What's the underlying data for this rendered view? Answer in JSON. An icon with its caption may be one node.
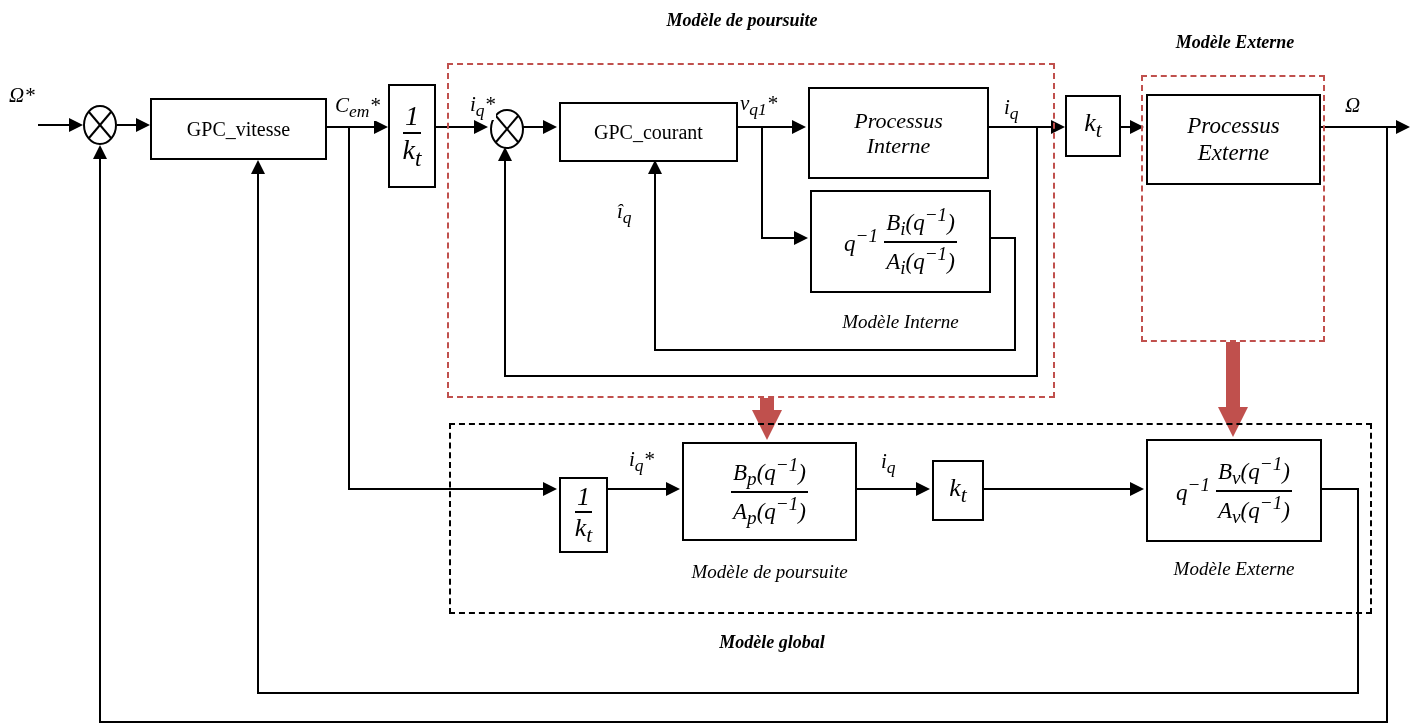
{
  "diagram": {
    "nodes": [
      {
        "text": [],
        "shape": "circle"
      },
      {
        "text": [
          "GPC_vitesse"
        ]
      },
      {
        "text": [
          "1",
          "k$_{t}$"
        ]
      },
      {
        "text": [
          "Modèle de poursuite"
        ]
      },
      {
        "text": [],
        "shape": "circle",
        "in": 3
      },
      {
        "text": [
          "GPC_courant"
        ],
        "in": 3
      },
      {
        "text": [
          "Processus Interne"
        ],
        "in": 3
      },
      {
        "text": [
          "q$^{−1}$",
          "B$_{i}$(q$^{−1}$)",
          "A$_{i}$(q$^{−1}$)"
        ],
        "in": 3,
        "beside": [
          "Modèle Interne"
        ]
      },
      {
        "text": [
          "k$_{t}$"
        ]
      },
      {
        "text": [
          "Modèle Externe"
        ]
      },
      {
        "text": [
          "Processus Externe"
        ],
        "in": 9
      },
      {
        "text": [
          "Modèle global"
        ]
      },
      {
        "text": [
          "1",
          "k$_{t}$"
        ],
        "in": 11
      },
      {
        "text": [
          "B$_{p}$(q$^{−1}$)",
          "A$_{p}$(q$^{−1}$)"
        ],
        "in": 11,
        "beside": [
          "Modèle de poursuite"
        ]
      },
      {
        "text": [
          "k$_{t}$"
        ],
        "in": 11
      },
      {
        "text": [
          "q$^{−1}$",
          "B$_{v}$(q$^{−1}$)",
          "A$_{v}$(q$^{−1}$)"
        ],
        "in": 11,
        "beside": [
          "Modèle Externe"
        ]
      }
    ],
    "edges": [
      {
        "from": null,
        "to": 0,
        "arrow": "to",
        "label": "Ω*"
      },
      {
        "from": 0,
        "to": 1,
        "arrow": "to"
      },
      {
        "from": 1,
        "to": 2,
        "arrow": "to",
        "label": "C$_{em}$*"
      },
      {
        "from": 2,
        "to": 4,
        "arrow": "to",
        "label": "i$_{q}$*"
      },
      {
        "from": 4,
        "to": 5,
        "arrow": "to"
      },
      {
        "from": 5,
        "to": 6,
        "arrow": "to",
        "label": "v$_{q1}$*"
      },
      {
        "from": 5,
        "to": 7,
        "arrow": "to"
      },
      {
        "from": 6,
        "to": 8,
        "arrow": "to",
        "label": "i$_{q}$"
      },
      {
        "from": 6,
        "to": 4,
        "arrow": "to"
      },
      {
        "from": 7,
        "to": 5,
        "arrow": "to",
        "label": "î$_{q}$"
      },
      {
        "from": 8,
        "to": 10,
        "arrow": "to"
      },
      {
        "from": 10,
        "to": null,
        "arrow": "to",
        "label": "Ω"
      },
      {
        "from": 10,
        "to": 0,
        "arrow": "to"
      },
      {
        "from": 15,
        "to": 1,
        "arrow": "to"
      },
      {
        "from": 1,
        "to": 12,
        "arrow": "to"
      },
      {
        "from": 12,
        "to": 13,
        "arrow": "to",
        "label": "i$_{q}$*"
      },
      {
        "from": 13,
        "to": 14,
        "arrow": "to",
        "label": "i$_{q}$"
      },
      {
        "from": 14,
        "to": 15,
        "arrow": "to"
      },
      {
        "from": 3,
        "to": 13,
        "arrow": "to",
        "style": "thick",
        "color": "#c0504d"
      },
      {
        "from": 9,
        "to": 15,
        "arrow": "to",
        "style": "thick",
        "color": "#c0504d"
      }
    ]
  }
}
